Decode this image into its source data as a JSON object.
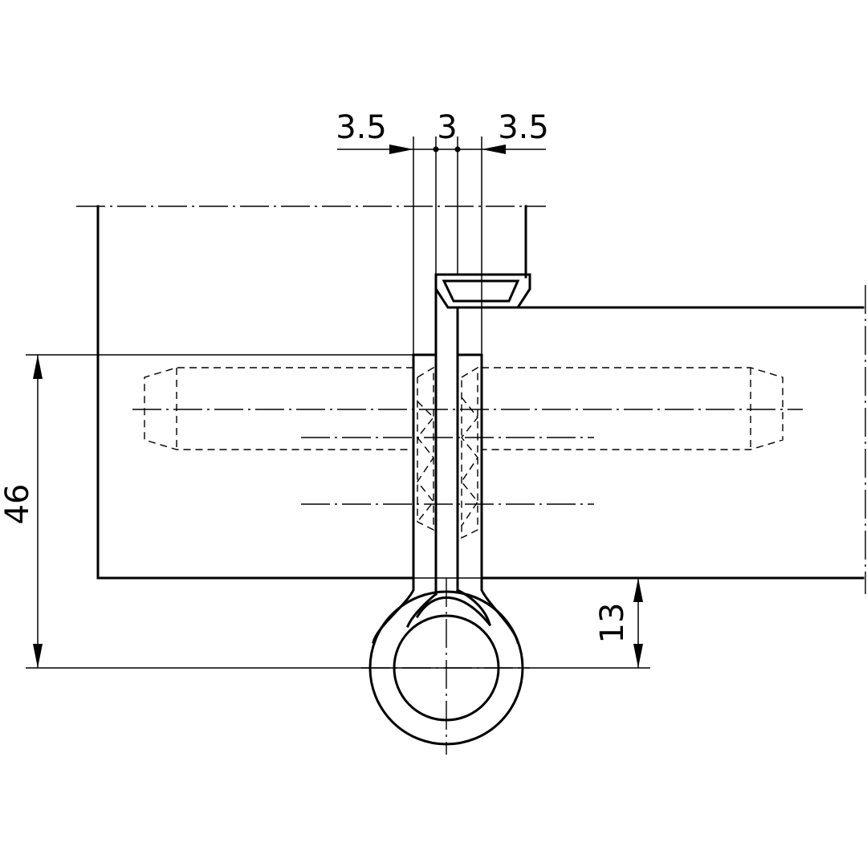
{
  "drawing": {
    "subject": "",
    "dimensions": {
      "left_gap": "3.5",
      "thickness": "3",
      "right_gap": "3.5",
      "height": "46",
      "offset": "13"
    }
  }
}
